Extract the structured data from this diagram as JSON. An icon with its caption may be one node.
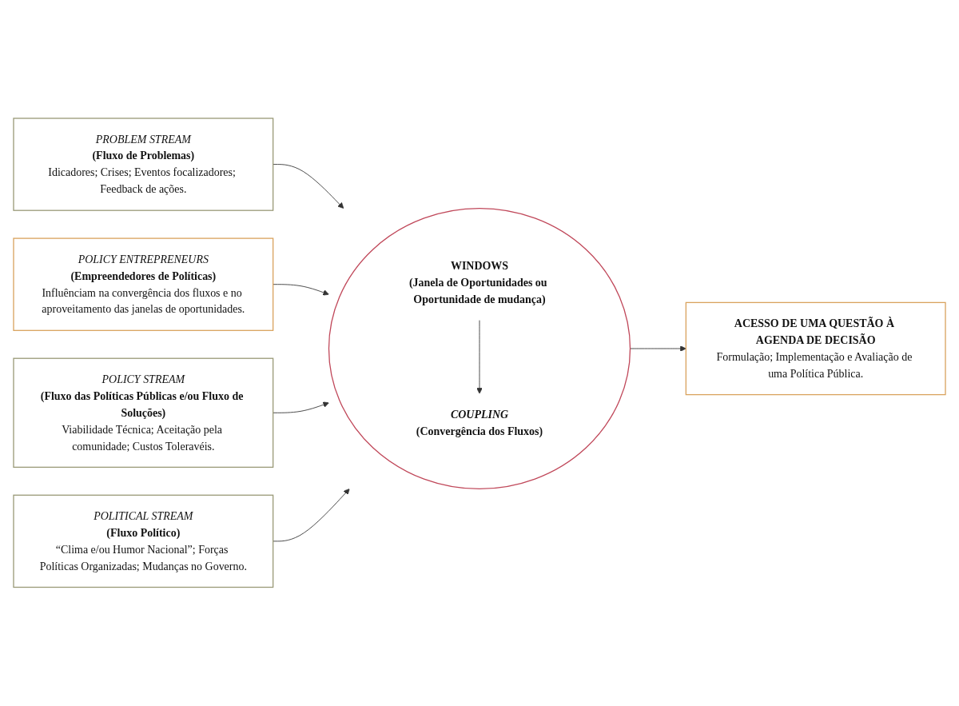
{
  "diagram": {
    "nodes": [
      {
        "text": [
          "PROBLEM STREAM",
          "(Fluxo de Problemas)",
          "Idicadores; Crises; Eventos focalizadores; Feedback de ações."
        ]
      },
      {
        "text": [
          "POLICY ENTREPRENEURS",
          "(Empreendedores de Políticas)",
          "Influênciam na convergência dos fluxos e no aproveitamento das janelas de oportunidades."
        ]
      },
      {
        "text": [],
        "shape": "ellipse"
      },
      {
        "text": [
          "WINDOWS",
          "(Janela de Oportunidades ou Oportunidade de mudança)"
        ],
        "in": 2
      },
      {
        "text": [
          "COUPLING",
          "(Convergência dos Fluxos)"
        ],
        "in": 2
      },
      {
        "text": [
          "POLICY STREAM",
          "(Fluxo das Políticas Públicas e/ou Fluxo de Soluções)",
          "Viabilidade Técnica; Aceitação pela comunidade; Custos Toleravéis."
        ]
      },
      {
        "text": [
          "POLITICAL STREAM",
          "(Fluxo Político)",
          "“Clima e/ou Humor Nacional”; Forças Políticas Organizadas; Mudanças no Governo."
        ]
      },
      {
        "text": [
          "ACESSO DE UMA QUESTÃO À AGENDA DE DECISÃO",
          "Formulação; Implementação e Avaliação de uma Política Pública."
        ]
      }
    ],
    "edges": [
      {
        "from": 0,
        "to": 2,
        "arrow": "to"
      },
      {
        "from": 1,
        "to": 2,
        "arrow": "to"
      },
      {
        "from": 5,
        "to": 2,
        "arrow": "to"
      },
      {
        "from": 6,
        "to": 2,
        "arrow": "to"
      },
      {
        "from": 3,
        "to": 4,
        "arrow": "to"
      },
      {
        "from": 2,
        "to": 7,
        "arrow": "to"
      }
    ]
  }
}
